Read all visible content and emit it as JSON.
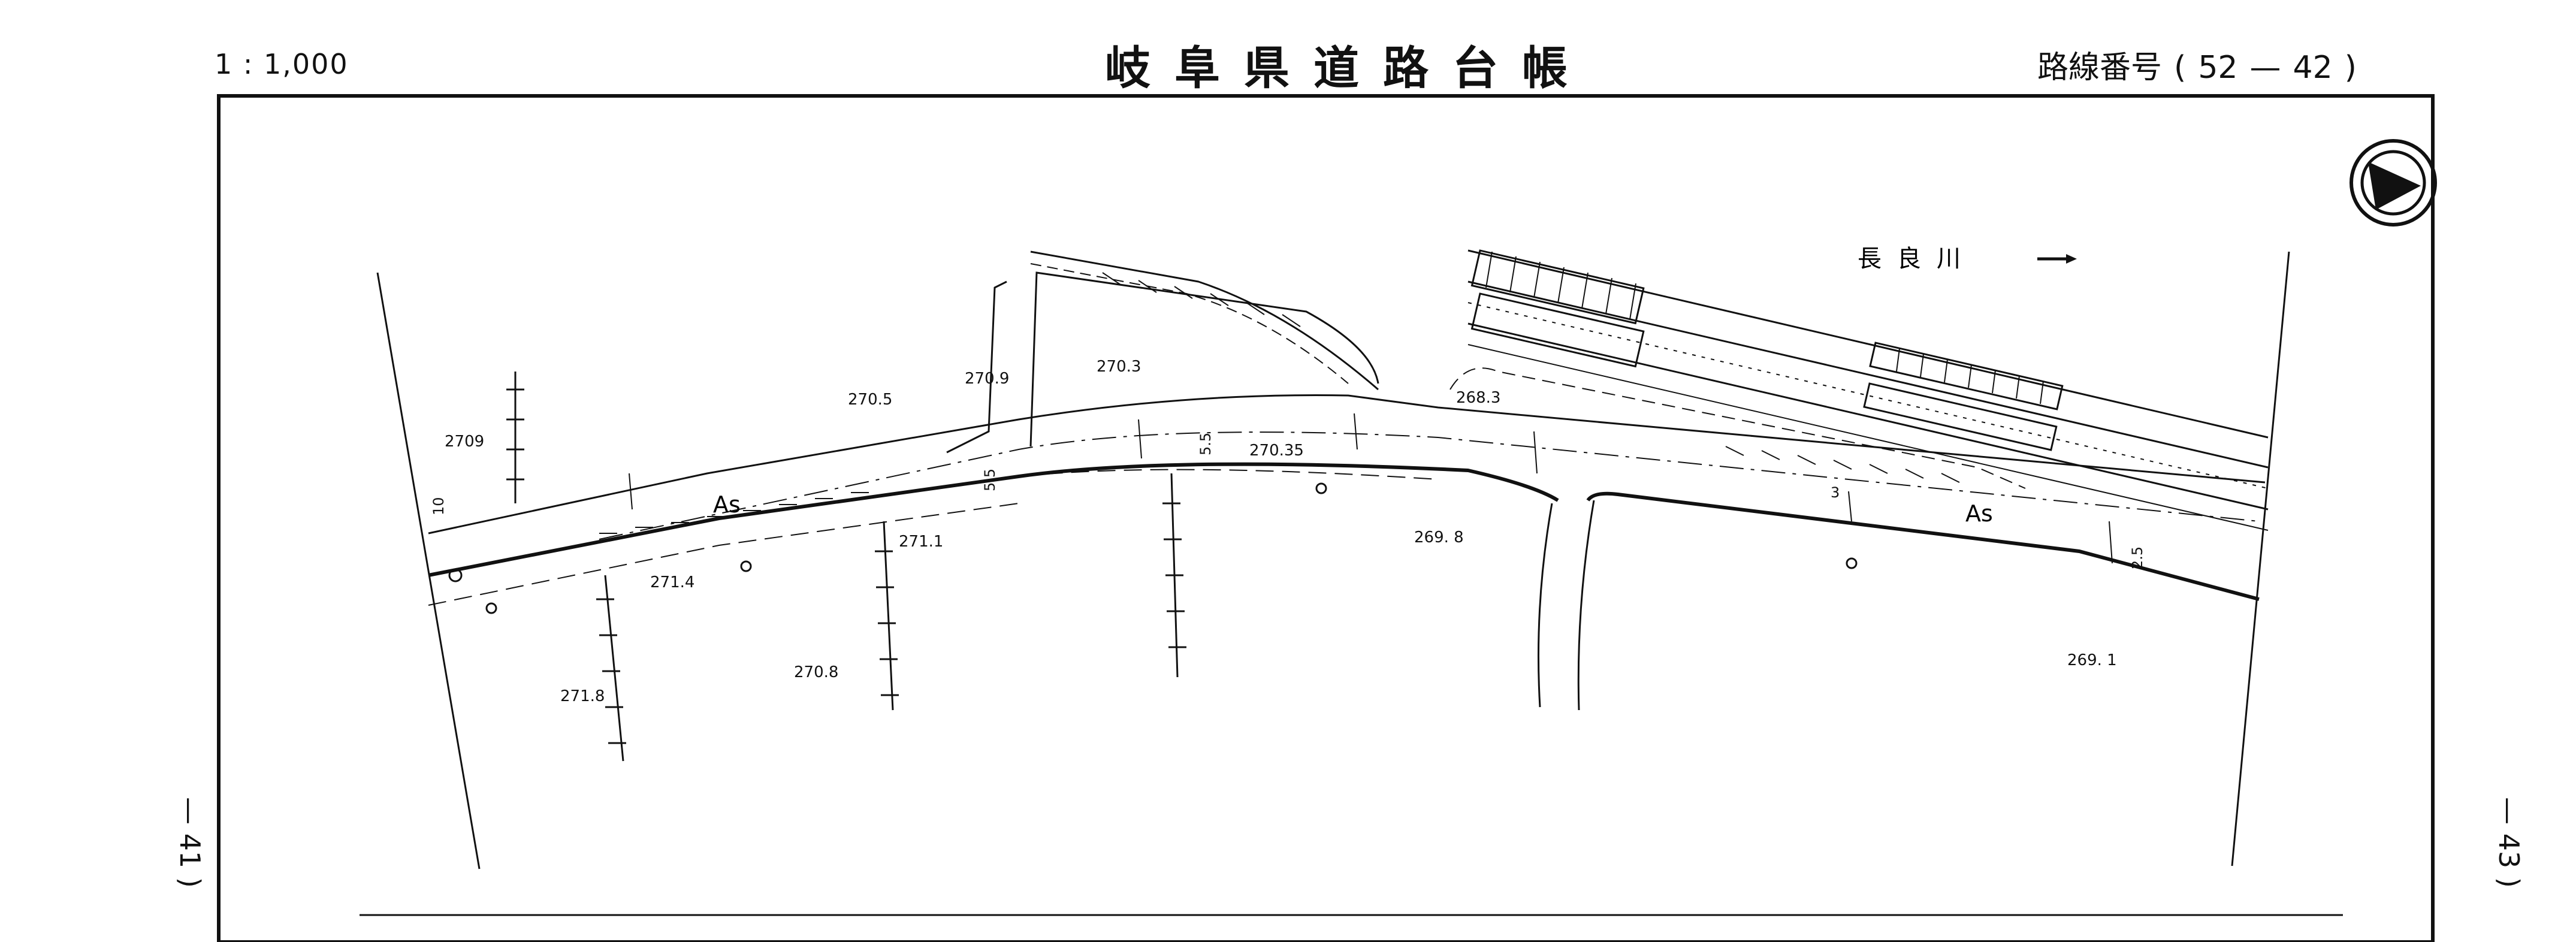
{
  "header": {
    "scale": "1 : 1,000",
    "title": "岐阜県道路台帳",
    "route_label": "路線番号",
    "route_open": "(",
    "route_number": "52",
    "route_dash": "—",
    "route_sheet": "42",
    "route_close": ")"
  },
  "side_labels": {
    "left": "— 41 )",
    "right": "— 43 )"
  },
  "map": {
    "river_label": "長良川",
    "north_arrow": "north-arrow-icon",
    "surface_labels": [
      "As",
      "As"
    ],
    "elevations": [
      "2709",
      "270.5",
      "270.9",
      "270.3",
      "268.3",
      "270.35",
      "271.1",
      "269. 8",
      "271.4",
      "270.8",
      "271.8",
      "269. 1"
    ],
    "widths": [
      "10",
      "5.5",
      "5.5",
      "3",
      "2.5"
    ],
    "colors": {
      "line": "#111111",
      "paper": "#ffffff"
    }
  }
}
